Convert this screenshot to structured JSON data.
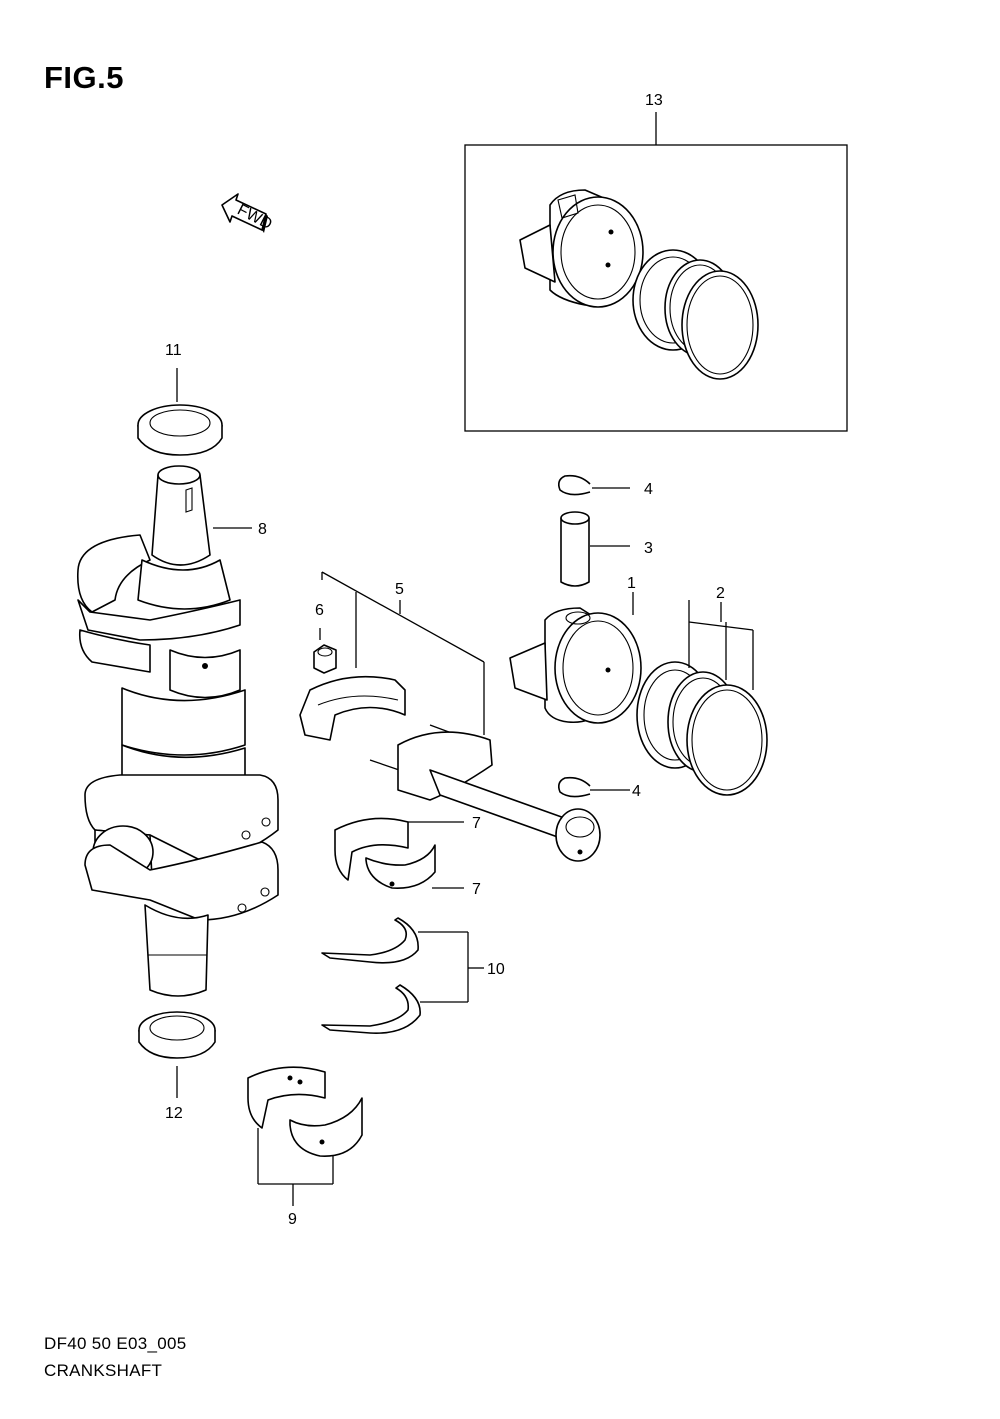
{
  "figure_title": "FIG.5",
  "direction_marker": "FWD",
  "footer": {
    "model_code": "DF40 50 E03_005",
    "section_name": "CRANKSHAFT"
  },
  "callouts": {
    "c1": "1",
    "c2": "2",
    "c3": "3",
    "c4a": "4",
    "c4b": "4",
    "c5": "5",
    "c6": "6",
    "c7a": "7",
    "c7b": "7",
    "c8": "8",
    "c9": "9",
    "c10": "10",
    "c11": "11",
    "c12": "12",
    "c13": "13"
  }
}
